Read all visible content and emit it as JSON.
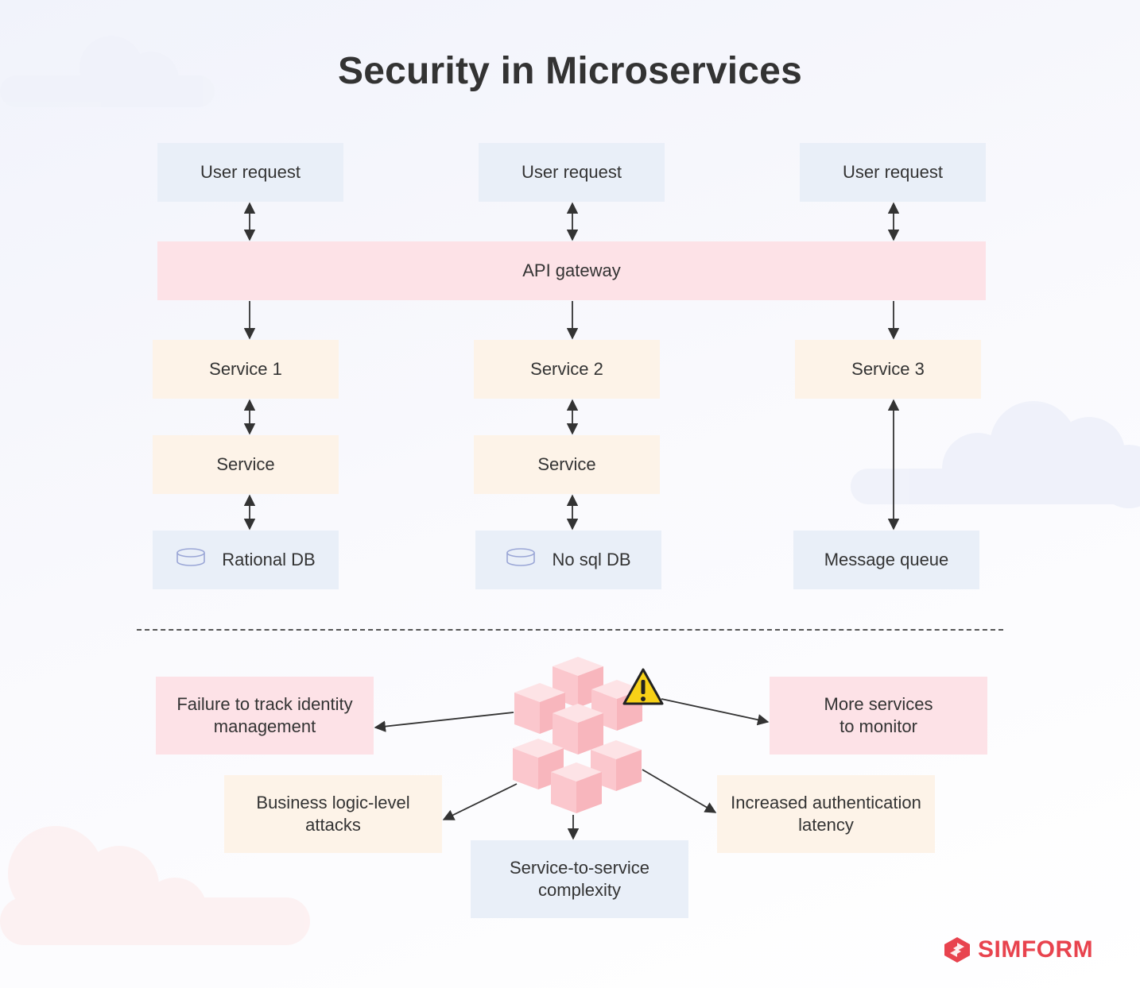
{
  "title": "Security in Microservices",
  "colors": {
    "blue_box": "#e9eff8",
    "pink_box": "#fde2e7",
    "peach_box": "#fdf3e8",
    "brand": "#e8434e",
    "warning": "#f7d117"
  },
  "architecture": {
    "user_requests": [
      "User request",
      "User request",
      "User request"
    ],
    "gateway": "API gateway",
    "services": [
      "Service 1",
      "Service 2",
      "Service 3"
    ],
    "inner_services": [
      "Service",
      "Service"
    ],
    "stores": [
      {
        "label": "Rational DB",
        "icon": "database-icon"
      },
      {
        "label": "No sql DB",
        "icon": "database-icon"
      },
      {
        "label": "Message queue",
        "icon": ""
      }
    ]
  },
  "challenges": {
    "center_icon": "cubes-icon",
    "warning_icon": "warning-icon",
    "items": [
      "Failure to track identity management",
      "More services to monitor",
      "Business logic-level attacks",
      "Increased authentication latency",
      "Service-to-service complexity"
    ]
  },
  "brand": {
    "name": "SIMFORM",
    "icon": "simform-logo-icon"
  }
}
